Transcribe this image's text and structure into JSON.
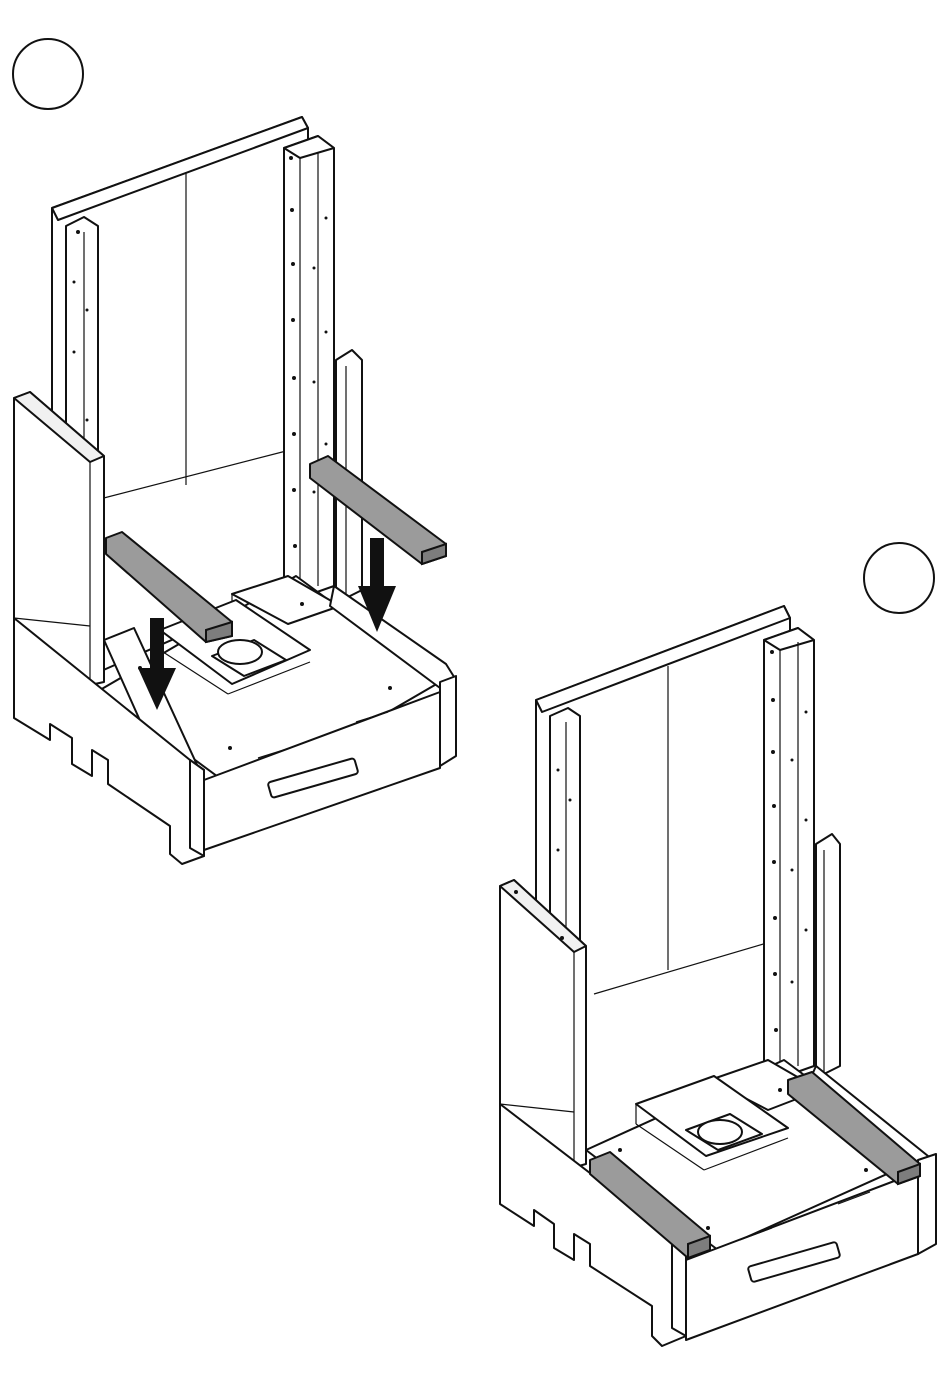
{
  "steps": [
    {
      "number": ""
    },
    {
      "number": ""
    }
  ],
  "colors": {
    "line": "#111111",
    "panel": "#ffffff",
    "panel_shade": "#f1f1f1",
    "rail": "#9b9b9b",
    "arrow": "#111111"
  },
  "figures": {
    "step_1": {
      "description_icon": "cabinet-assembly-icon",
      "arrows": 2,
      "rails": "loose"
    },
    "step_2": {
      "description_icon": "cabinet-assembly-icon",
      "rails": "installed"
    }
  }
}
